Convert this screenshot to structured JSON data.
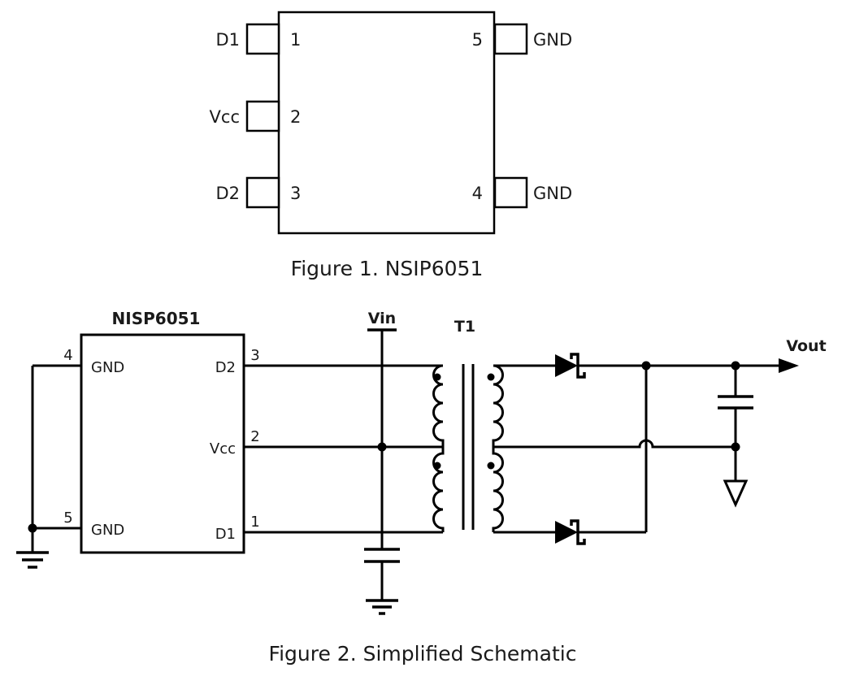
{
  "colors": {
    "line": "#000000",
    "text": "#1a1a1a",
    "background": "#ffffff"
  },
  "figure1": {
    "caption": "Figure 1. NSIP6051",
    "package": {
      "left_pins": [
        {
          "number": "1",
          "label": "D1"
        },
        {
          "number": "2",
          "label": "Vcc"
        },
        {
          "number": "3",
          "label": "D2"
        }
      ],
      "right_pins": [
        {
          "number": "5",
          "label": "GND"
        },
        {
          "number": "4",
          "label": "GND"
        }
      ]
    }
  },
  "figure2": {
    "caption": "Figure 2. Simplified Schematic",
    "chip": {
      "title": "NISP6051",
      "left_pins": [
        {
          "number": "4",
          "label": "GND"
        },
        {
          "number": "5",
          "label": "GND"
        }
      ],
      "right_pins": [
        {
          "number": "3",
          "label": "D2"
        },
        {
          "number": "2",
          "label": "Vcc"
        },
        {
          "number": "1",
          "label": "D1"
        }
      ]
    },
    "labels": {
      "vin": "Vin",
      "transformer": "T1",
      "vout": "Vout"
    }
  }
}
